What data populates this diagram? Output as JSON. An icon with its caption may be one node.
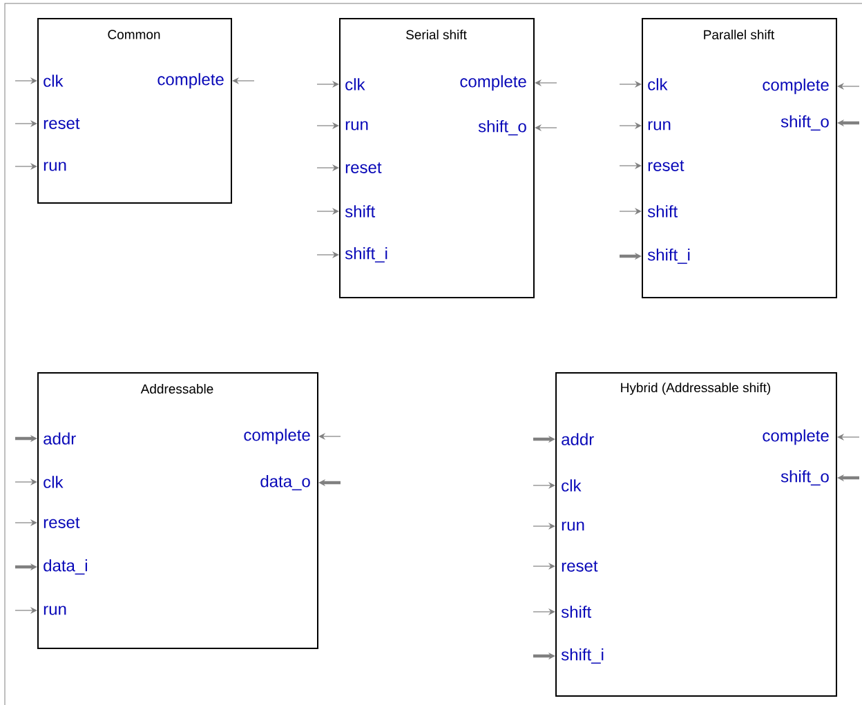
{
  "diagram": {
    "nodes": [
      {
        "text": [
          "Common",
          "clk",
          "complete",
          "reset",
          "run"
        ]
      },
      {
        "text": [
          "Serial shift",
          "clk",
          "complete",
          "run",
          "shift_o",
          "reset",
          "shift",
          "shift_i"
        ]
      },
      {
        "text": [
          "Parallel shift",
          "clk",
          "complete",
          "shift_o",
          "run",
          "reset",
          "shift",
          "shift_i"
        ]
      },
      {
        "text": [
          "Addressable",
          "addr",
          "complete",
          "clk",
          "data_o",
          "reset",
          "data_i",
          "run"
        ]
      },
      {
        "text": [
          "Hybrid (Addressable shift)",
          "complete",
          "addr",
          "shift_o",
          "clk",
          "run",
          "reset",
          "shift",
          "shift_i"
        ]
      }
    ],
    "edges": [
      {
        "from": null,
        "to": 0,
        "arrow": "to"
      },
      {
        "from": null,
        "to": 0,
        "arrow": "to"
      },
      {
        "from": null,
        "to": 0,
        "arrow": "to"
      },
      {
        "from": null,
        "to": 0,
        "arrow": "to"
      },
      {
        "from": null,
        "to": 1,
        "arrow": "to"
      },
      {
        "from": null,
        "to": 1,
        "arrow": "to"
      },
      {
        "from": null,
        "to": 1,
        "arrow": "to"
      },
      {
        "from": null,
        "to": 1,
        "arrow": "to"
      },
      {
        "from": null,
        "to": 1,
        "arrow": "to"
      },
      {
        "from": null,
        "to": 1,
        "arrow": "to"
      },
      {
        "from": null,
        "to": 1,
        "arrow": "to"
      },
      {
        "from": null,
        "to": 2,
        "arrow": "to"
      },
      {
        "from": null,
        "to": 2,
        "arrow": "to"
      },
      {
        "from": null,
        "to": 2,
        "arrow": "to",
        "style": "thick"
      },
      {
        "from": null,
        "to": 2,
        "arrow": "to"
      },
      {
        "from": null,
        "to": 2,
        "arrow": "to"
      },
      {
        "from": null,
        "to": 2,
        "arrow": "to"
      },
      {
        "from": null,
        "to": 2,
        "arrow": "to",
        "style": "thick"
      },
      {
        "from": null,
        "to": 3,
        "arrow": "to",
        "style": "thick"
      },
      {
        "from": null,
        "to": 3,
        "arrow": "to"
      },
      {
        "from": null,
        "to": 3,
        "arrow": "to"
      },
      {
        "from": null,
        "to": 3,
        "arrow": "to",
        "style": "thick"
      },
      {
        "from": null,
        "to": 3,
        "arrow": "to"
      },
      {
        "from": null,
        "to": 3,
        "arrow": "to",
        "style": "thick"
      },
      {
        "from": null,
        "to": 3,
        "arrow": "to"
      },
      {
        "from": null,
        "to": 4,
        "arrow": "to"
      },
      {
        "from": null,
        "to": 4,
        "arrow": "to",
        "style": "thick"
      },
      {
        "from": null,
        "to": 4,
        "arrow": "to",
        "style": "thick"
      },
      {
        "from": null,
        "to": 4,
        "arrow": "to"
      },
      {
        "from": null,
        "to": 4,
        "arrow": "to"
      },
      {
        "from": null,
        "to": 4,
        "arrow": "to"
      },
      {
        "from": null,
        "to": 4,
        "arrow": "to"
      },
      {
        "from": null,
        "to": 4,
        "arrow": "to",
        "style": "thick"
      }
    ]
  }
}
